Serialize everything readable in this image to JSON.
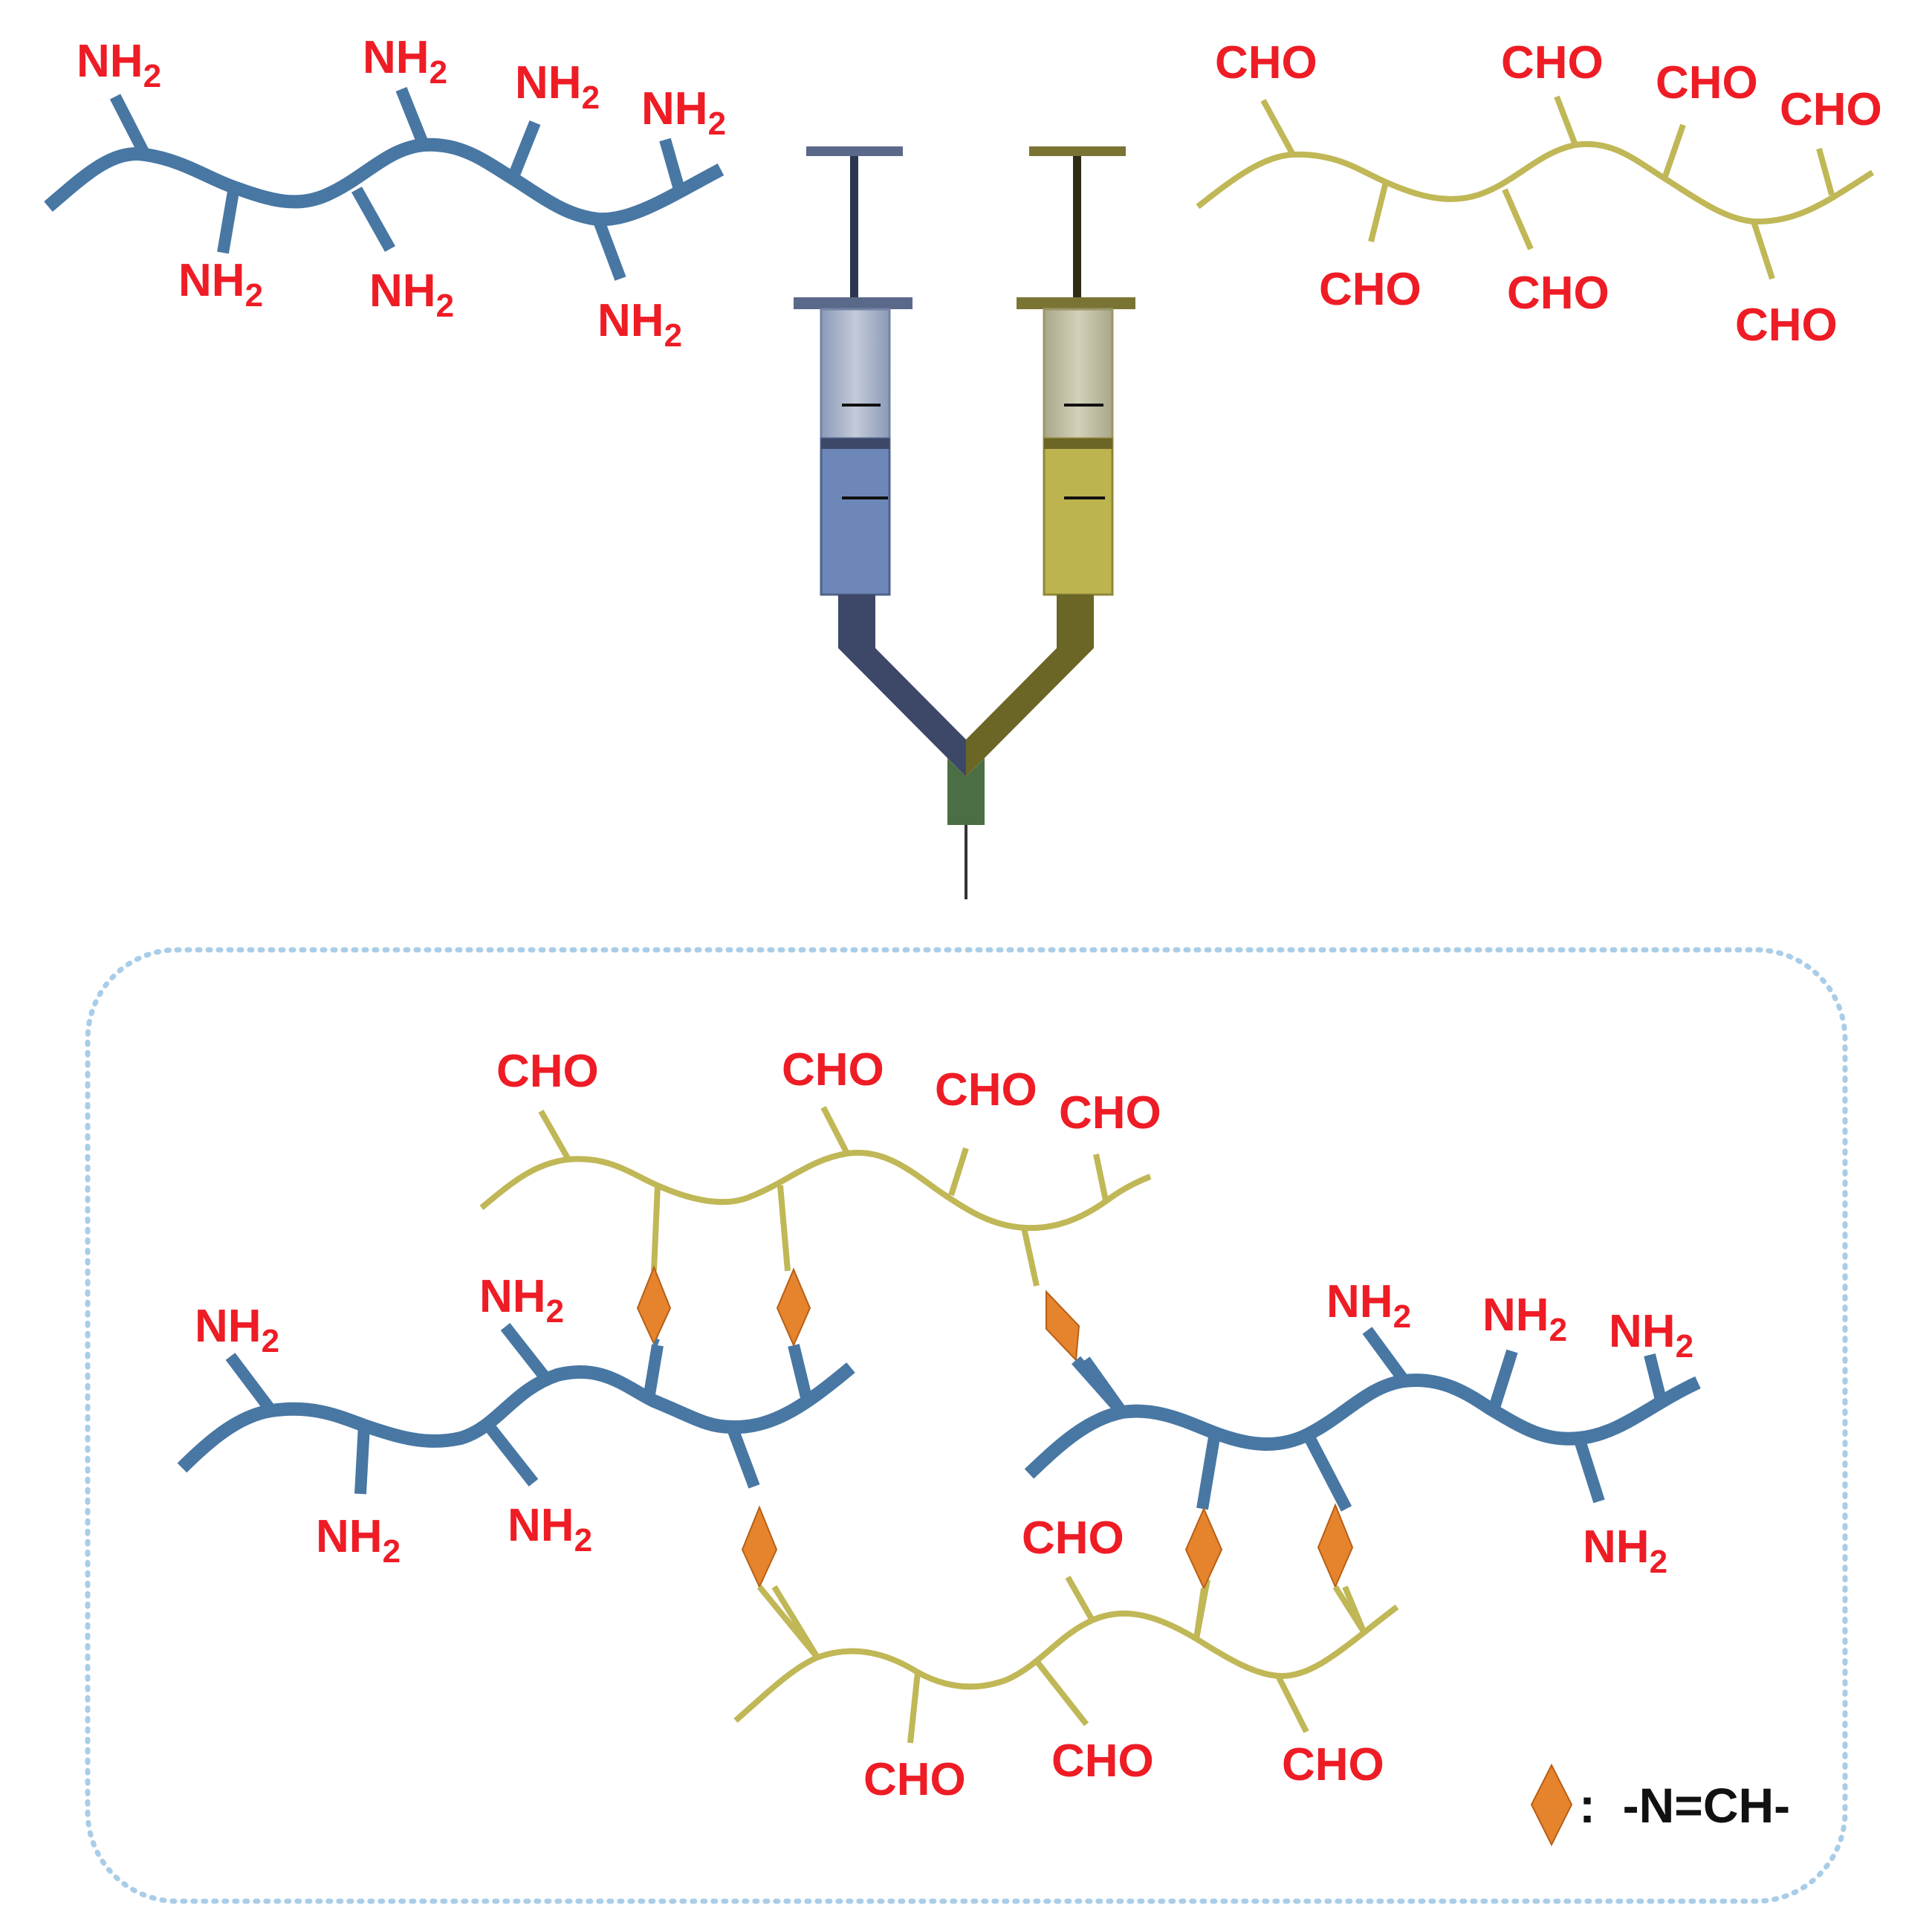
{
  "colors": {
    "amine_chain": "#4877a3",
    "aldehyde_chain": "#c0b756",
    "label": "#ee1c25",
    "imine_bond": "#e5842d",
    "syringe_left_fluid": "#6d87b8",
    "syringe_right_fluid": "#bdb44f",
    "syringe_left_dark": "#3d4768",
    "syringe_right_dark": "#6b6526",
    "needle_hub": "#4c6e44",
    "box_border": "#a9cde8"
  },
  "labels": {
    "amine": "NH",
    "amine_sub": "2",
    "aldehyde": "CHO"
  },
  "legend": {
    "icon": "orange-diamond",
    "text": ":  -N=CH-"
  }
}
